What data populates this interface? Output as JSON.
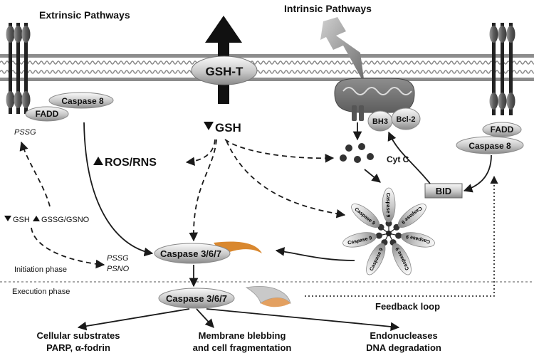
{
  "title_left": "Extrinsic Pathways",
  "title_right": "Intrinsic Pathways",
  "gsh_t": "GSH-T",
  "gsh": "GSH",
  "ros": "ROS/RNS",
  "caspase8_left": "Caspase 8",
  "fadd_left": "FADD",
  "pssg_top": "PSSG",
  "gsh_gssg": "GSH",
  "gssg_gsno": "GSSG/GSNO",
  "pssg_mid": "PSSG",
  "psno_mid": "PSNO",
  "bh3": "BH3",
  "bcl2": "Bcl-2",
  "cytc": "Cyt C",
  "fadd_right": "FADD",
  "caspase8_right": "Caspase 8",
  "bid": "BID",
  "apoptosome_label": "Caspase 9",
  "caspase367_top": "Caspase 3/6/7",
  "caspase367_bottom": "Caspase 3/6/7",
  "initiation": "Initiation phase",
  "execution": "Execution phase",
  "feedback": "Feedback loop",
  "out1_line1": "Cellular substrates",
  "out1_line2": "PARP, α-fodrin",
  "out2_line1": "Membrane blebbing",
  "out2_line2": "and cell fragmentation",
  "out3_line1": "Endonucleases",
  "out3_line2": "DNA degradation",
  "colors": {
    "membrane": "#9a9a9a",
    "dark": "#1a1a1a",
    "mid": "#5a5a5a",
    "light": "#d8d8d8",
    "orange": "#d9882f"
  }
}
